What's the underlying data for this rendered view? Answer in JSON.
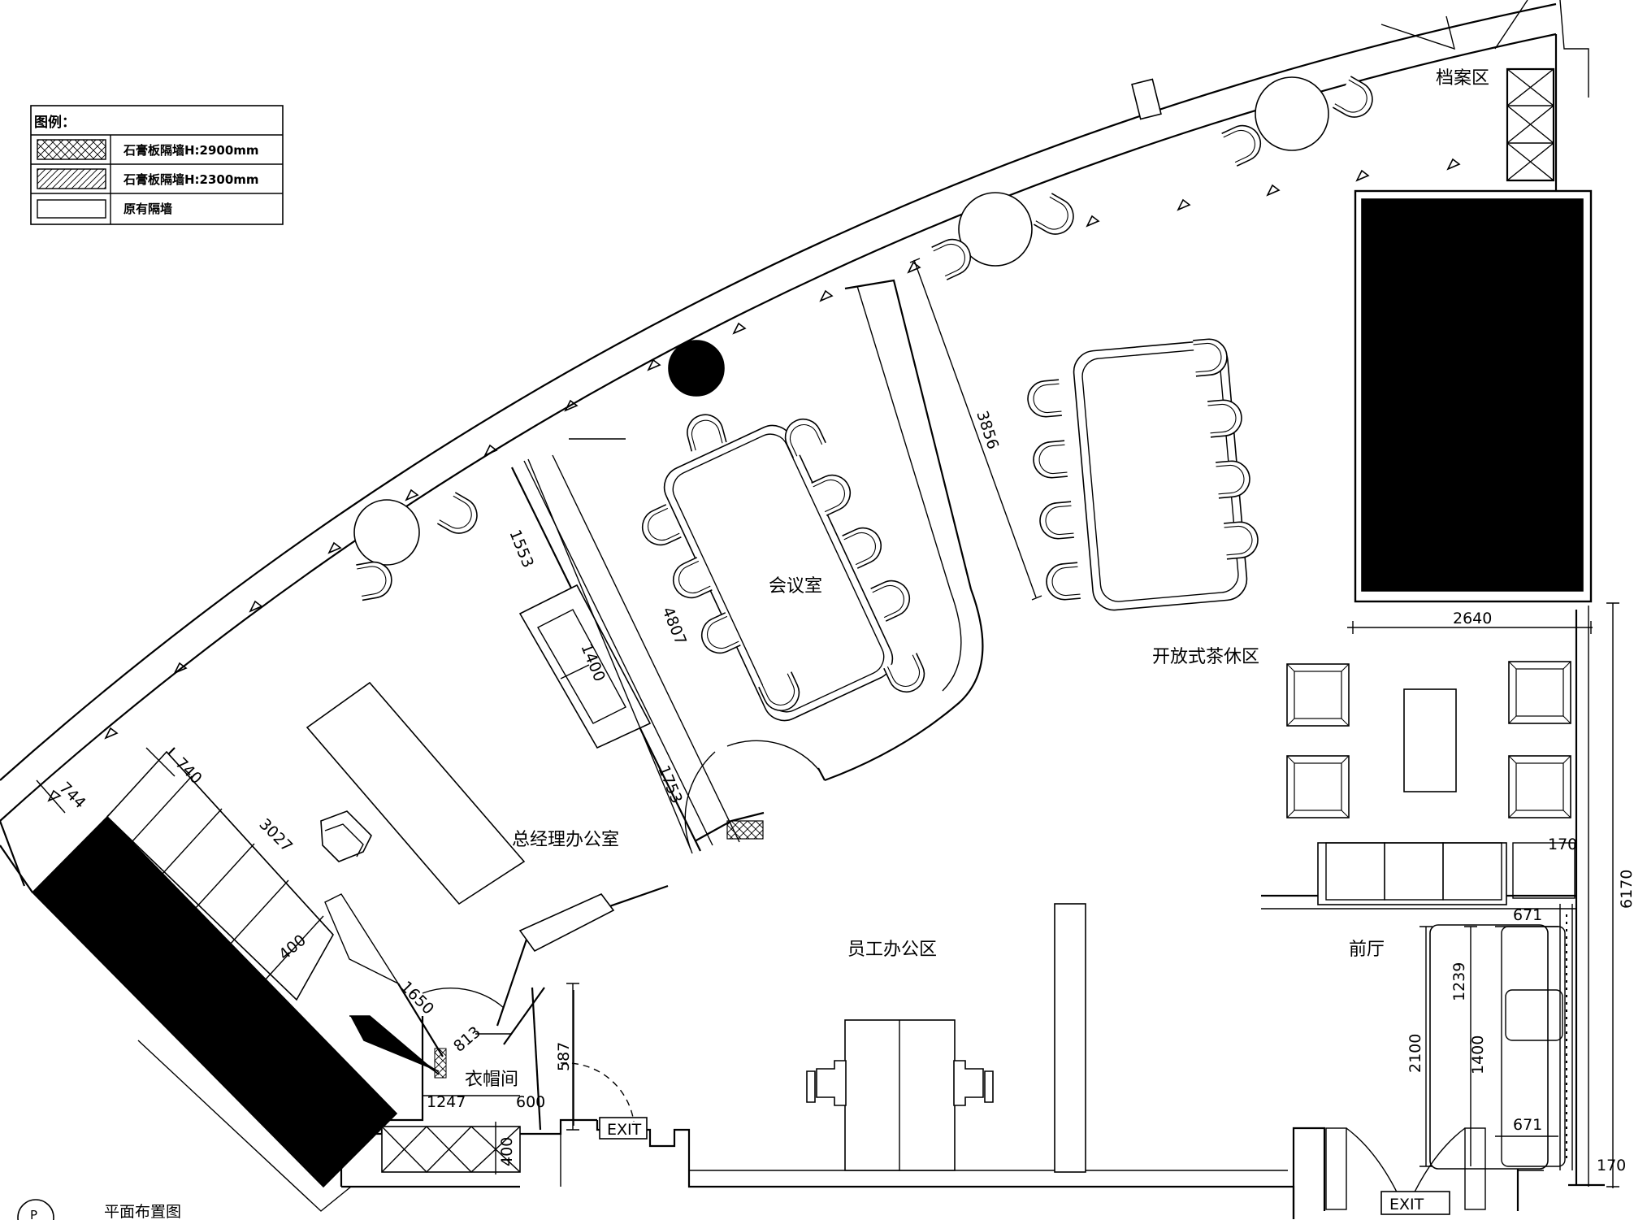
{
  "legend": {
    "title": "图例：",
    "items": [
      {
        "pattern": "cross-hatch",
        "label": "石膏板隔墙H:2900mm"
      },
      {
        "pattern": "diagonal-hatch",
        "label": "石膏板隔墙H:2300mm"
      },
      {
        "pattern": "blank",
        "label": "原有隔墙"
      }
    ]
  },
  "rooms": {
    "archive": "档案区",
    "meeting": "会议室",
    "gm_office": "总经理办公室",
    "tea_area": "开放式茶休区",
    "staff": "员工办公区",
    "lobby": "前厅",
    "cloakroom": "衣帽间"
  },
  "dimensions": {
    "d3856": "3856",
    "d4807": "4807",
    "d1553": "1553",
    "d1400a": "1400",
    "d1753": "1753",
    "d744": "744",
    "d740": "740",
    "d3027": "3027",
    "d400a": "400",
    "d1650": "1650",
    "d813": "813",
    "d1247": "1247",
    "d600": "600",
    "d587": "587",
    "d400b": "400",
    "d2640": "2640",
    "d170a": "170",
    "d6170": "6170",
    "d671a": "671",
    "d1239": "1239",
    "d2100": "2100",
    "d1400b": "1400",
    "d671b": "671",
    "d170b": "170"
  },
  "exit_signs": {
    "left": "EXIT",
    "right": "EXIT"
  },
  "drawing_title": "平面布置图",
  "north_mark": "P",
  "colors": {
    "ink": "#000000",
    "paper": "#ffffff"
  }
}
